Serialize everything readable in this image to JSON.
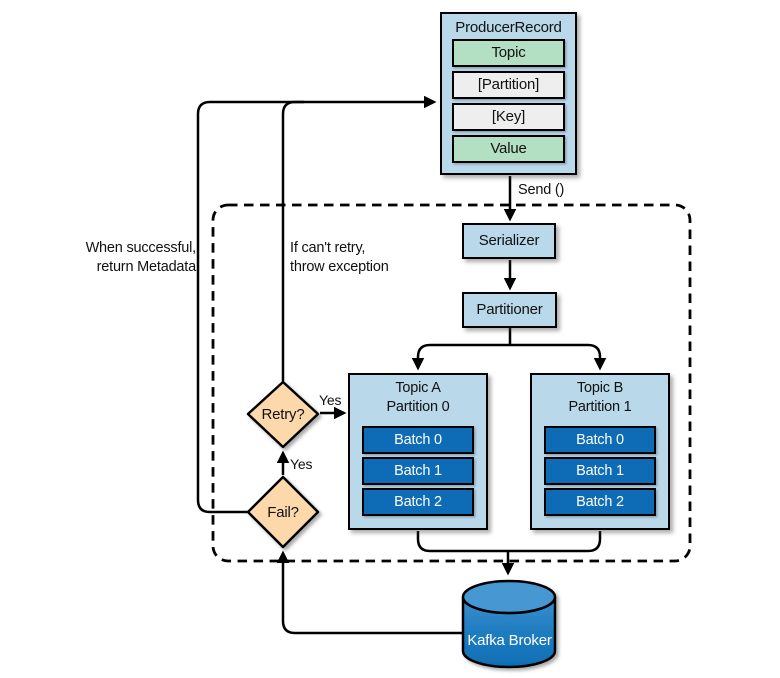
{
  "producer_record": {
    "title": "ProducerRecord",
    "fields": [
      {
        "label": "Topic",
        "style": "green"
      },
      {
        "label": "[Partition]",
        "style": "gray"
      },
      {
        "label": "[Key]",
        "style": "gray"
      },
      {
        "label": "Value",
        "style": "green"
      }
    ]
  },
  "pipeline": {
    "serializer": "Serializer",
    "partitioner": "Partitioner"
  },
  "partitions": [
    {
      "title": "Topic A\nPartition 0",
      "batches": [
        "Batch 0",
        "Batch 1",
        "Batch 2"
      ]
    },
    {
      "title": "Topic B\nPartition 1",
      "batches": [
        "Batch 0",
        "Batch 1",
        "Batch 2"
      ]
    }
  ],
  "decisions": {
    "retry": "Retry?",
    "fail": "Fail?"
  },
  "broker": {
    "label": "Kafka Broker"
  },
  "flow_labels": {
    "send": "Send ()",
    "when_successful": "When successful,\nreturn Metadata",
    "cant_retry": "If can't retry,\nthrow exception",
    "yes_to_topic": "Yes",
    "yes_to_retry": "Yes"
  },
  "colors": {
    "box_blue": "#b9d8e9",
    "field_green": "#b3dfc2",
    "field_gray": "#eeeeee",
    "batch_blue": "#0d6cb5",
    "diamond_peach": "#fcd8ab",
    "broker_top_blue": "#4697d3",
    "broker_body_blue": "#0f6fb5",
    "line_black": "#000000"
  }
}
